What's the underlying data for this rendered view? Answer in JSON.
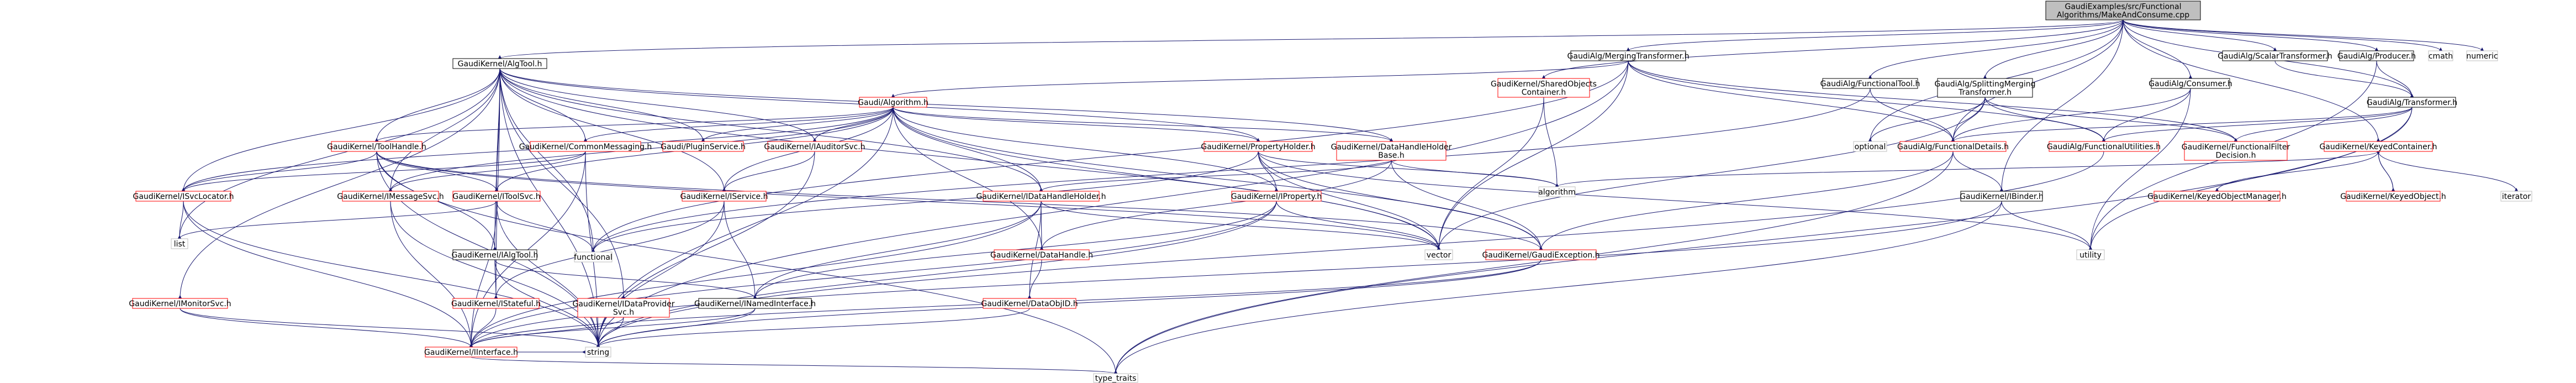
{
  "title": "GaudiExamples/src/Functional\nAlgorithms/MakeAndConsume.cpp",
  "colors": {
    "edge": "#191970",
    "root_fill": "#bfbfbf",
    "node_fill": "#ffffff",
    "node_border_black": "#000000",
    "node_border_red": "#ff0000",
    "node_border_grey": "#bfbfbf",
    "text": "#000000"
  },
  "nodes": [
    {
      "id": "root",
      "label": "GaudiExamples/src/Functional\nAlgorithms/MakeAndConsume.cpp",
      "style": "root"
    },
    {
      "id": "algtool",
      "label": "GaudiKernel/AlgTool.h",
      "style": "black"
    },
    {
      "id": "merging",
      "label": "GaudiAlg/MergingTransformer.h",
      "style": "black"
    },
    {
      "id": "sharedobj",
      "label": "GaudiKernel/SharedObjects\nContainer.h",
      "style": "red"
    },
    {
      "id": "functool",
      "label": "GaudiAlg/FunctionalTool.h",
      "style": "black"
    },
    {
      "id": "splitting",
      "label": "GaudiAlg/SplittingMerging\nTransformer.h",
      "style": "black"
    },
    {
      "id": "consumer",
      "label": "GaudiAlg/Consumer.h",
      "style": "black"
    },
    {
      "id": "scalar",
      "label": "GaudiAlg/ScalarTransformer.h",
      "style": "black"
    },
    {
      "id": "producer",
      "label": "GaudiAlg/Producer.h",
      "style": "black"
    },
    {
      "id": "cmath",
      "label": "cmath",
      "style": "grey"
    },
    {
      "id": "numeric",
      "label": "numeric",
      "style": "grey"
    },
    {
      "id": "galgorithm",
      "label": "Gaudi/Algorithm.h",
      "style": "red"
    },
    {
      "id": "transformer",
      "label": "GaudiAlg/Transformer.h",
      "style": "black"
    },
    {
      "id": "keyedcontainer",
      "label": "GaudiKernel/KeyedContainer.h",
      "style": "red"
    },
    {
      "id": "toolhandle",
      "label": "GaudiKernel/ToolHandle.h",
      "style": "red"
    },
    {
      "id": "commonmsg",
      "label": "GaudiKernel/CommonMessaging.h",
      "style": "red"
    },
    {
      "id": "pluginservice",
      "label": "Gaudi/PluginService.h",
      "style": "red"
    },
    {
      "id": "iauditorsvc",
      "label": "GaudiKernel/IAuditorSvc.h",
      "style": "red"
    },
    {
      "id": "propertyholder",
      "label": "GaudiKernel/PropertyHolder.h",
      "style": "red"
    },
    {
      "id": "datahandleholder",
      "label": "GaudiKernel/DataHandleHolder\nBase.h",
      "style": "red"
    },
    {
      "id": "funcdetails",
      "label": "GaudiAlg/FunctionalDetails.h",
      "style": "red"
    },
    {
      "id": "optional",
      "label": "optional",
      "style": "grey"
    },
    {
      "id": "funcutilities",
      "label": "GaudiAlg/FunctionalUtilities.h",
      "style": "red"
    },
    {
      "id": "funcfilter",
      "label": "GaudiKernel/FunctionalFilter\nDecision.h",
      "style": "red"
    },
    {
      "id": "isvclocator",
      "label": "GaudiKernel/ISvcLocator.h",
      "style": "red"
    },
    {
      "id": "imessagesvc",
      "label": "GaudiKernel/IMessageSvc.h",
      "style": "red"
    },
    {
      "id": "itoolsvc",
      "label": "GaudiKernel/IToolSvc.h",
      "style": "red"
    },
    {
      "id": "iservice",
      "label": "GaudiKernel/IService.h",
      "style": "red"
    },
    {
      "id": "idatahandleholder",
      "label": "GaudiKernel/IDataHandleHolder.h",
      "style": "red"
    },
    {
      "id": "iproperty",
      "label": "GaudiKernel/IProperty.h",
      "style": "red"
    },
    {
      "id": "algorithm",
      "label": "algorithm",
      "style": "grey"
    },
    {
      "id": "ibinder",
      "label": "GaudiKernel/IBinder.h",
      "style": "black"
    },
    {
      "id": "keyedobjmgr",
      "label": "GaudiKernel/KeyedObjectManager.h",
      "style": "red"
    },
    {
      "id": "keyedobject",
      "label": "GaudiKernel/KeyedObject.h",
      "style": "red"
    },
    {
      "id": "iterator",
      "label": "iterator",
      "style": "grey"
    },
    {
      "id": "list",
      "label": "list",
      "style": "grey"
    },
    {
      "id": "functional",
      "label": "functional",
      "style": "grey"
    },
    {
      "id": "ialgtool",
      "label": "GaudiKernel/IAlgTool.h",
      "style": "black"
    },
    {
      "id": "datahandle",
      "label": "GaudiKernel/DataHandle.h",
      "style": "red"
    },
    {
      "id": "vector",
      "label": "vector",
      "style": "grey"
    },
    {
      "id": "gaudiexception",
      "label": "GaudiKernel/GaudiException.h",
      "style": "red"
    },
    {
      "id": "utility",
      "label": "utility",
      "style": "grey"
    },
    {
      "id": "imonitorsvc",
      "label": "GaudiKernel/IMonitorSvc.h",
      "style": "red"
    },
    {
      "id": "istatefulif",
      "label": "GaudiKernel/IStateful.h",
      "style": "red"
    },
    {
      "id": "idataprovidersvc",
      "label": "GaudiKernel/IDataProvider\nSvc.h",
      "style": "red"
    },
    {
      "id": "inamedinterface",
      "label": "GaudiKernel/INamedInterface.h",
      "style": "black"
    },
    {
      "id": "dataobjid",
      "label": "GaudiKernel/DataObjID.h",
      "style": "red"
    },
    {
      "id": "iinterface",
      "label": "GaudiKernel/IInterface.h",
      "style": "red"
    },
    {
      "id": "string",
      "label": "string",
      "style": "grey"
    },
    {
      "id": "typetraits",
      "label": "type_traits",
      "style": "grey"
    }
  ]
}
